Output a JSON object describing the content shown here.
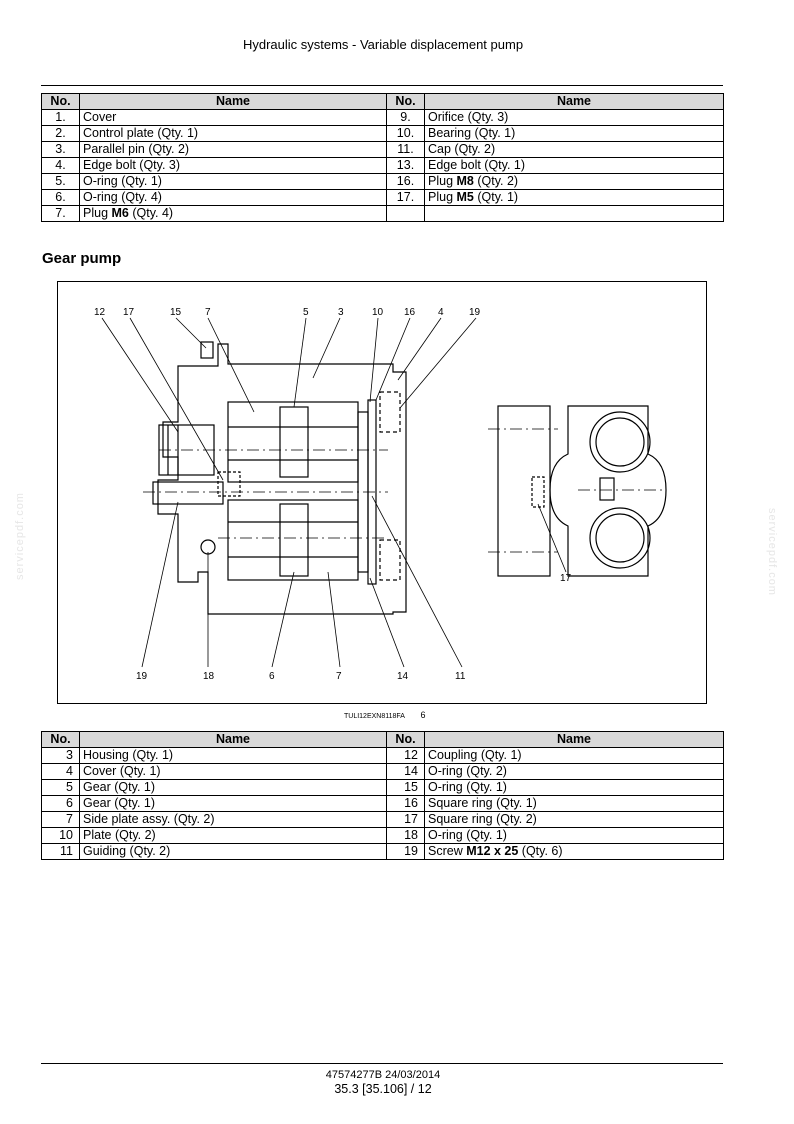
{
  "header": {
    "title": "Hydraulic systems - Variable displacement pump"
  },
  "table1": {
    "col_no": "No.",
    "col_name": "Name",
    "rows": [
      {
        "left_no": "1.",
        "left_pre": "Cover",
        "left_bold": "",
        "left_post": "",
        "right_no": "9.",
        "right_pre": "Orifice (Qty.  3)",
        "right_bold": "",
        "right_post": ""
      },
      {
        "left_no": "2.",
        "left_pre": "Control plate (Qty.  1)",
        "left_bold": "",
        "left_post": "",
        "right_no": "10.",
        "right_pre": "Bearing (Qty.  1)",
        "right_bold": "",
        "right_post": ""
      },
      {
        "left_no": "3.",
        "left_pre": "Parallel pin (Qty.  2)",
        "left_bold": "",
        "left_post": "",
        "right_no": "11.",
        "right_pre": "Cap (Qty.  2)",
        "right_bold": "",
        "right_post": ""
      },
      {
        "left_no": "4.",
        "left_pre": "Edge bolt (Qty.  3)",
        "left_bold": "",
        "left_post": "",
        "right_no": "13.",
        "right_pre": "Edge bolt (Qty.  1)",
        "right_bold": "",
        "right_post": ""
      },
      {
        "left_no": "5.",
        "left_pre": "O-ring (Qty.  1)",
        "left_bold": "",
        "left_post": "",
        "right_no": "16.",
        "right_pre": "Plug ",
        "right_bold": "M8",
        "right_post": " (Qty.  2)"
      },
      {
        "left_no": "6.",
        "left_pre": "O-ring (Qty.  4)",
        "left_bold": "",
        "left_post": "",
        "right_no": "17.",
        "right_pre": "Plug ",
        "right_bold": "M5",
        "right_post": " (Qty.  1)"
      },
      {
        "left_no": "7.",
        "left_pre": "Plug ",
        "left_bold": "M6",
        "left_post": " (Qty.  4)",
        "right_no": "",
        "right_pre": "",
        "right_bold": "",
        "right_post": ""
      }
    ]
  },
  "section": {
    "heading": "Gear pump"
  },
  "figure": {
    "labels": {
      "l12": "12",
      "l17a": "17",
      "l15": "15",
      "l7a": "7",
      "l5": "5",
      "l3": "3",
      "l10": "10",
      "l16": "16",
      "l4": "4",
      "l19a": "19",
      "l17b": "17",
      "l19b": "19",
      "l18": "18",
      "l6": "6",
      "l7b": "7",
      "l14": "14",
      "l11": "11"
    },
    "caption_code": "TULI12EXN8118FA",
    "caption_num": "6"
  },
  "table2": {
    "col_no": "No.",
    "col_name": "Name",
    "rows": [
      {
        "left_no": "3",
        "left_pre": "Housing (Qty.  1)",
        "left_bold": "",
        "left_post": "",
        "right_no": "12",
        "right_pre": "Coupling (Qty.  1)",
        "right_bold": "",
        "right_post": ""
      },
      {
        "left_no": "4",
        "left_pre": "Cover (Qty.  1)",
        "left_bold": "",
        "left_post": "",
        "right_no": "14",
        "right_pre": "O-ring (Qty.  2)",
        "right_bold": "",
        "right_post": ""
      },
      {
        "left_no": "5",
        "left_pre": "Gear (Qty.  1)",
        "left_bold": "",
        "left_post": "",
        "right_no": "15",
        "right_pre": "O-ring (Qty.  1)",
        "right_bold": "",
        "right_post": ""
      },
      {
        "left_no": "6",
        "left_pre": "Gear (Qty.  1)",
        "left_bold": "",
        "left_post": "",
        "right_no": "16",
        "right_pre": "Square ring (Qty.  1)",
        "right_bold": "",
        "right_post": ""
      },
      {
        "left_no": "7",
        "left_pre": "Side plate assy. (Qty.  2)",
        "left_bold": "",
        "left_post": "",
        "right_no": "17",
        "right_pre": "Square ring (Qty.  2)",
        "right_bold": "",
        "right_post": ""
      },
      {
        "left_no": "10",
        "left_pre": "Plate (Qty.  2)",
        "left_bold": "",
        "left_post": "",
        "right_no": "18",
        "right_pre": "O-ring (Qty.  1)",
        "right_bold": "",
        "right_post": ""
      },
      {
        "left_no": "11",
        "left_pre": "Guiding (Qty.  2)",
        "left_bold": "",
        "left_post": "",
        "right_no": "19",
        "right_pre": "Screw ",
        "right_bold": "M12 x 25",
        "right_post": " (Qty.  6)"
      }
    ]
  },
  "watermark": {
    "text": "servicepdf.com"
  },
  "footer": {
    "doc_ref": "47574277B 24/03/2014",
    "page": "35.3 [35.106] / 12"
  }
}
